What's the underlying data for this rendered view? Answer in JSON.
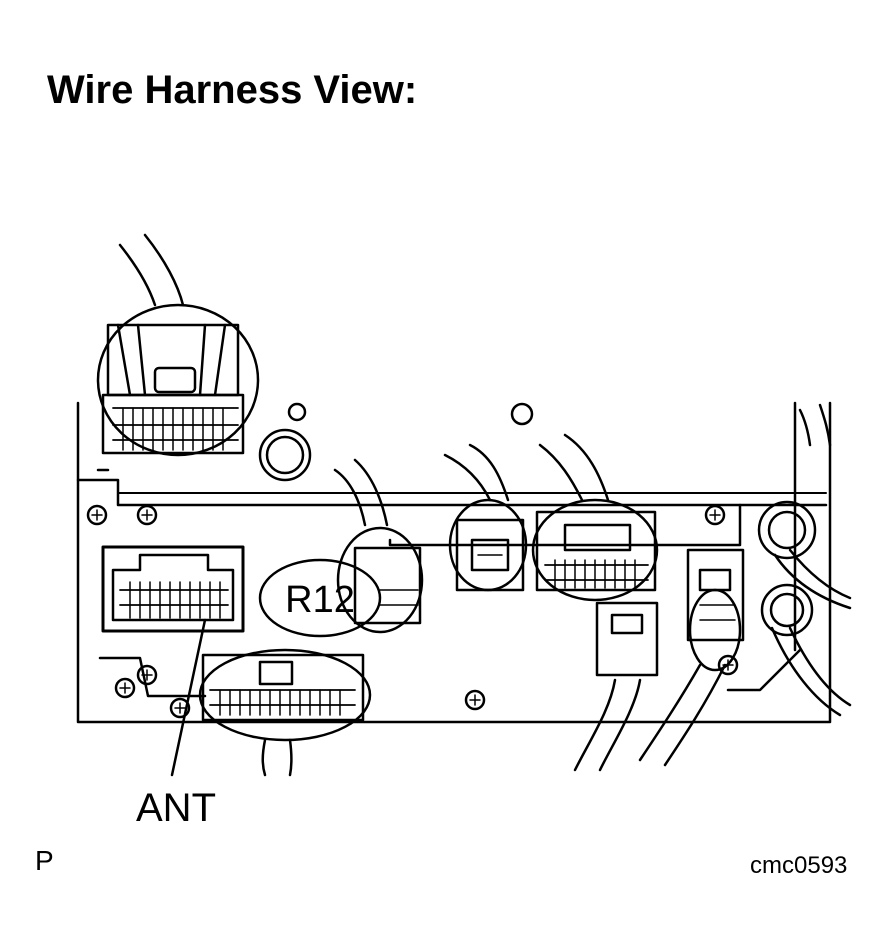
{
  "title": "Wire Harness View:",
  "connector_callout": "R12",
  "connector_label": "ANT",
  "page_marker": "P",
  "figure_code": "cmc0593"
}
